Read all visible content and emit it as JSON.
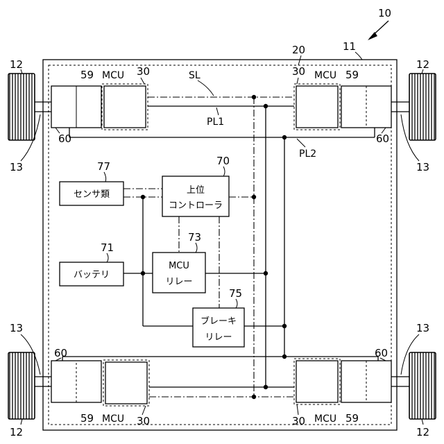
{
  "figure": {
    "system_ref": "10",
    "vehicle_body_ref": "11",
    "housing_ref": "20",
    "wheel_ref": "12",
    "axle_ref": "13",
    "motor_unit_ref": "59",
    "inverter_ref": "60",
    "mcu_unit_ref": "30",
    "mcu_label": "MCU",
    "signal_line_label": "SL",
    "power_line_1_label": "PL1",
    "power_line_2_label": "PL2",
    "host_controller_ref": "70",
    "host_controller_line1": "上位",
    "host_controller_line2": "コントローラ",
    "sensors_ref": "77",
    "sensors_label": "センサ類",
    "battery_ref": "71",
    "battery_label": "バッテリ",
    "mcu_relay_ref": "73",
    "mcu_relay_line1": "MCU",
    "mcu_relay_line2": "リレー",
    "brake_relay_ref": "75",
    "brake_relay_line1": "ブレーキ",
    "brake_relay_line2": "リレー"
  }
}
